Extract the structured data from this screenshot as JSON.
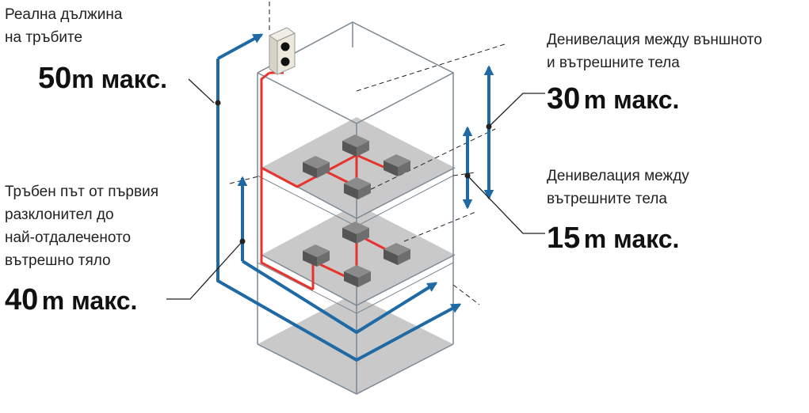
{
  "labels": {
    "actual_length": {
      "line1": "Реална дължина",
      "line2": "на тръбите",
      "value": "50",
      "unit": "m макс."
    },
    "branch_path": {
      "line1": "Тръбен път от първия",
      "line2": "разклонител до",
      "line3": "най-отдалеченото",
      "line4": "вътрешно тяло",
      "value": "40",
      "unit": "m макс."
    },
    "outdoor_indoor_height": {
      "line1": "Денивелация между външното",
      "line2": "и вътрешните тела",
      "value": "30",
      "unit": "m макс."
    },
    "indoor_indoor_height": {
      "line1": "Денивелация между",
      "line2": "вътрешните тела",
      "value": "15",
      "unit": "m макс."
    }
  },
  "colors": {
    "refrigerant_pipe": "#e8332c",
    "length_arrow": "#1f6aa5",
    "floor_plate": "#c9c9c9",
    "building_outline": "#7c8894",
    "indoor_unit": "#6e6e6e"
  },
  "icons": [
    "outdoor-unit-icon",
    "indoor-unit-icon"
  ]
}
